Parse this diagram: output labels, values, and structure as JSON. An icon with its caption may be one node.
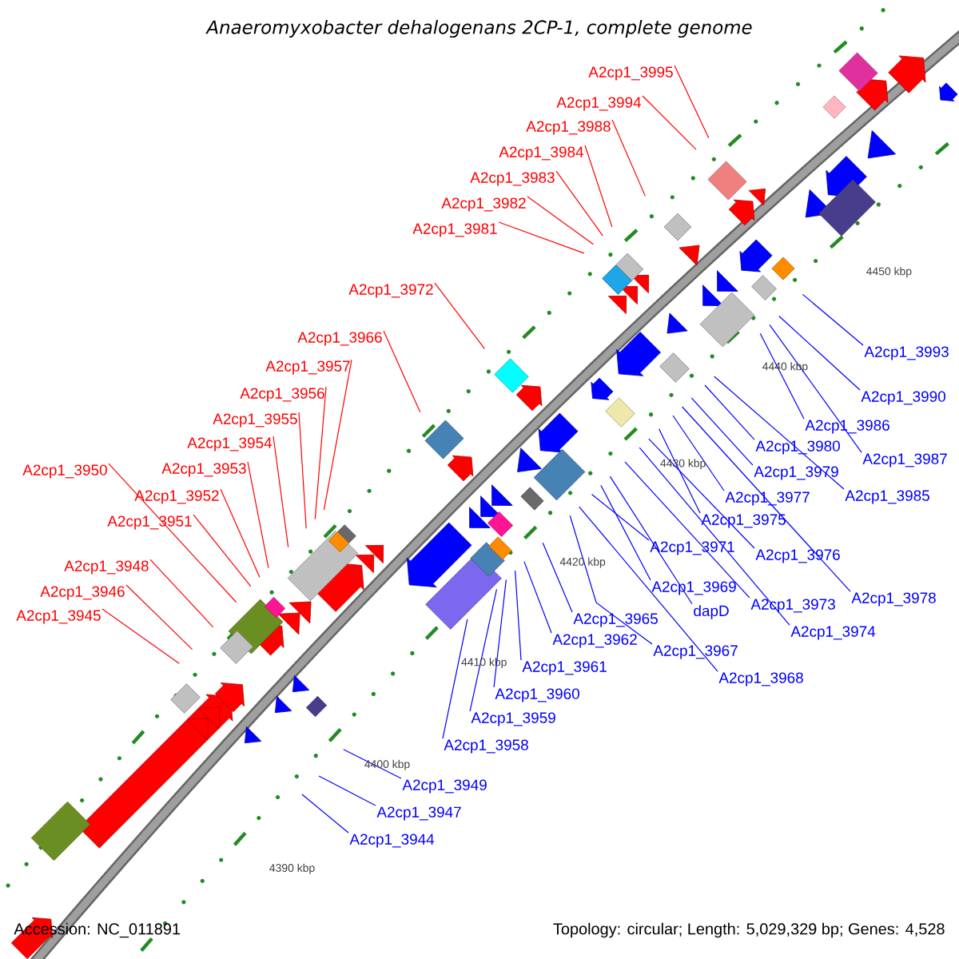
{
  "diagram": {
    "title": "Anaeromyxobacter dehalogenans 2CP-1, complete genome",
    "nodes": [
      {
        "text": [
          "A2cp1_3995"
        ]
      },
      {
        "text": [
          "A2cp1_3994"
        ]
      },
      {
        "text": [
          "A2cp1_3988"
        ]
      },
      {
        "text": [
          "A2cp1_3984"
        ]
      },
      {
        "text": [
          "A2cp1_3983"
        ]
      },
      {
        "text": [
          "A2cp1_3982"
        ]
      },
      {
        "text": [
          "A2cp1_3981"
        ]
      },
      {
        "text": [
          "A2cp1_3972"
        ]
      },
      {
        "text": [
          "A2cp1_3966"
        ]
      },
      {
        "text": [
          "A2cp1_3957"
        ]
      },
      {
        "text": [
          "A2cp1_3956"
        ]
      },
      {
        "text": [
          "A2cp1_3955"
        ]
      },
      {
        "text": [
          "A2cp1_3954"
        ]
      },
      {
        "text": [
          "A2cp1_3953"
        ]
      },
      {
        "text": [
          "A2cp1_3952"
        ]
      },
      {
        "text": [
          "A2cp1_3951"
        ]
      },
      {
        "text": [
          "A2cp1_3950"
        ]
      },
      {
        "text": [
          "A2cp1_3948"
        ]
      },
      {
        "text": [
          "A2cp1_3946"
        ]
      },
      {
        "text": [
          "A2cp1_3945"
        ]
      },
      {
        "text": [
          "A2cp1_3993"
        ]
      },
      {
        "text": [
          "A2cp1_3990"
        ]
      },
      {
        "text": [
          "A2cp1_3986"
        ]
      },
      {
        "text": [
          "A2cp1_3980"
        ]
      },
      {
        "text": [
          "A2cp1_3987"
        ]
      },
      {
        "text": [
          "A2cp1_3979"
        ]
      },
      {
        "text": [
          "A2cp1_3985"
        ]
      },
      {
        "text": [
          "A2cp1_3977"
        ]
      },
      {
        "text": [
          "A2cp1_3975"
        ]
      },
      {
        "text": [
          "A2cp1_3971"
        ]
      },
      {
        "text": [
          "A2cp1_3976"
        ]
      },
      {
        "text": [
          "A2cp1_3978"
        ]
      },
      {
        "text": [
          "A2cp1_3973"
        ]
      },
      {
        "text": [
          "A2cp1_3969"
        ]
      },
      {
        "text": [
          "dapD"
        ]
      },
      {
        "text": [
          "A2cp1_3965"
        ]
      },
      {
        "text": [
          "A2cp1_3974"
        ]
      },
      {
        "text": [
          "A2cp1_3962"
        ]
      },
      {
        "text": [
          "A2cp1_3967"
        ]
      },
      {
        "text": [
          "A2cp1_3968"
        ]
      },
      {
        "text": [
          "A2cp1_3961"
        ]
      },
      {
        "text": [
          "A2cp1_3960"
        ]
      },
      {
        "text": [
          "A2cp1_3959"
        ]
      },
      {
        "text": [
          "A2cp1_3958"
        ]
      },
      {
        "text": [
          "A2cp1_3949"
        ]
      },
      {
        "text": [
          "A2cp1_3947"
        ]
      },
      {
        "text": [
          "A2cp1_3944"
        ]
      }
    ],
    "edges": [
      {
        "from": 0,
        "to": null,
        "arrow": "none",
        "color": "#ff0000"
      },
      {
        "from": 1,
        "to": null,
        "arrow": "none",
        "color": "#ff0000"
      },
      {
        "from": 2,
        "to": null,
        "arrow": "none",
        "color": "#ff0000"
      },
      {
        "from": 3,
        "to": null,
        "arrow": "none",
        "color": "#ff0000"
      },
      {
        "from": 4,
        "to": null,
        "arrow": "none",
        "color": "#ff0000"
      },
      {
        "from": 5,
        "to": null,
        "arrow": "none",
        "color": "#ff0000"
      },
      {
        "from": 6,
        "to": null,
        "arrow": "none",
        "color": "#ff0000"
      },
      {
        "from": 7,
        "to": null,
        "arrow": "none",
        "color": "#ff0000"
      },
      {
        "from": 8,
        "to": null,
        "arrow": "none",
        "color": "#ff0000"
      },
      {
        "from": 9,
        "to": null,
        "arrow": "none",
        "color": "#ff0000"
      },
      {
        "from": 10,
        "to": null,
        "arrow": "none",
        "color": "#ff0000"
      },
      {
        "from": 11,
        "to": null,
        "arrow": "none",
        "color": "#ff0000"
      },
      {
        "from": 12,
        "to": null,
        "arrow": "none",
        "color": "#ff0000"
      },
      {
        "from": 13,
        "to": null,
        "arrow": "none",
        "color": "#ff0000"
      },
      {
        "from": 14,
        "to": null,
        "arrow": "none",
        "color": "#ff0000"
      },
      {
        "from": 15,
        "to": null,
        "arrow": "none",
        "color": "#ff0000"
      },
      {
        "from": 16,
        "to": null,
        "arrow": "none",
        "color": "#ff0000"
      },
      {
        "from": 17,
        "to": null,
        "arrow": "none",
        "color": "#ff0000"
      },
      {
        "from": 18,
        "to": null,
        "arrow": "none",
        "color": "#ff0000"
      },
      {
        "from": 19,
        "to": null,
        "arrow": "none",
        "color": "#ff0000"
      },
      {
        "from": 20,
        "to": null,
        "arrow": "none"
      },
      {
        "from": 21,
        "to": null,
        "arrow": "none"
      },
      {
        "from": 22,
        "to": null,
        "arrow": "none"
      },
      {
        "from": 23,
        "to": null,
        "arrow": "none"
      },
      {
        "from": 24,
        "to": null,
        "arrow": "none"
      },
      {
        "from": 25,
        "to": null,
        "arrow": "none"
      },
      {
        "from": 26,
        "to": null,
        "arrow": "none"
      },
      {
        "from": 27,
        "to": null,
        "arrow": "none"
      },
      {
        "from": 28,
        "to": null,
        "arrow": "none"
      },
      {
        "from": 29,
        "to": null,
        "arrow": "none"
      },
      {
        "from": 30,
        "to": null,
        "arrow": "none"
      },
      {
        "from": 31,
        "to": null,
        "arrow": "none"
      },
      {
        "from": 32,
        "to": null,
        "arrow": "none"
      },
      {
        "from": 33,
        "to": null,
        "arrow": "none"
      },
      {
        "from": 34,
        "to": null,
        "arrow": "none"
      },
      {
        "from": 35,
        "to": null,
        "arrow": "none"
      },
      {
        "from": 36,
        "to": null,
        "arrow": "none"
      },
      {
        "from": 37,
        "to": null,
        "arrow": "none"
      },
      {
        "from": 38,
        "to": null,
        "arrow": "none"
      },
      {
        "from": 39,
        "to": null,
        "arrow": "none"
      },
      {
        "from": 40,
        "to": null,
        "arrow": "none"
      },
      {
        "from": 41,
        "to": null,
        "arrow": "none"
      },
      {
        "from": 42,
        "to": null,
        "arrow": "none"
      },
      {
        "from": 43,
        "to": null,
        "arrow": "none"
      },
      {
        "from": 44,
        "to": null,
        "arrow": "none"
      },
      {
        "from": 45,
        "to": null,
        "arrow": "none"
      },
      {
        "from": 46,
        "to": null,
        "arrow": "none"
      }
    ],
    "labels": [
      "4450 kbp",
      "4440 kbp",
      "4430 kbp",
      "4420 kbp",
      "4410 kbp",
      "4400 kbp",
      "4390 kbp",
      "Accession: NC_011891",
      "Topology: circular; Length: 5,029,329 bp; Genes: 4,528"
    ]
  }
}
